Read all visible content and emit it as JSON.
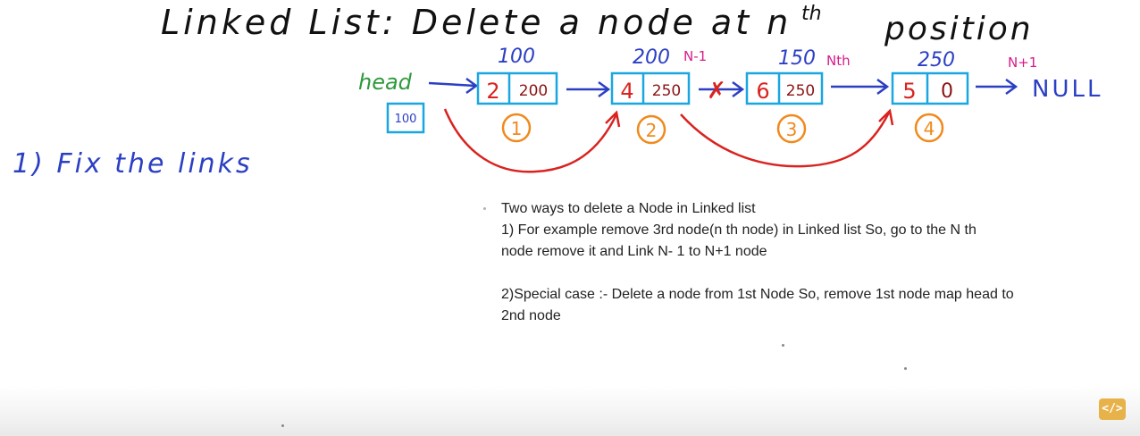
{
  "title": {
    "main": "Linked List: Delete a node at n",
    "sup": "th",
    "tail": "position"
  },
  "diagram": {
    "head_label": "head",
    "head_value": "100",
    "null_label": "NULL",
    "nodes": [
      {
        "address": "100",
        "data": "2",
        "next": "200",
        "index": "1",
        "marker": ""
      },
      {
        "address": "200",
        "data": "4",
        "next": "250",
        "index": "2",
        "marker": "N-1"
      },
      {
        "address": "150",
        "data": "6",
        "next": "250",
        "index": "3",
        "marker": "Nth"
      },
      {
        "address": "250",
        "data": "5",
        "next": "0",
        "index": "4",
        "marker": "N+1"
      }
    ],
    "broken_link_mark": "✗"
  },
  "step": {
    "label": "1) Fix the links"
  },
  "notes": {
    "line1": "Two ways to delete a Node in Linked list",
    "line2": "1) For example remove 3rd node(n th   node) in Linked list So, go to the N    th",
    "line3": "node remove it and Link N- 1 to N+1 node",
    "line4": "2)Special case :- Delete a node from 1st Node So, remove 1st node map head to",
    "line5": "2nd node"
  },
  "logo": {
    "text": "</>"
  },
  "colors": {
    "ink_black": "#111111",
    "ink_blue": "#2b3fc4",
    "ink_green": "#2e9a3c",
    "ink_red": "#d9231f",
    "ink_dark_red": "#8a1414",
    "ink_orange": "#f08a1c",
    "box_cyan": "#1aa6e0",
    "annotation_magenta": "#d81b8a"
  }
}
